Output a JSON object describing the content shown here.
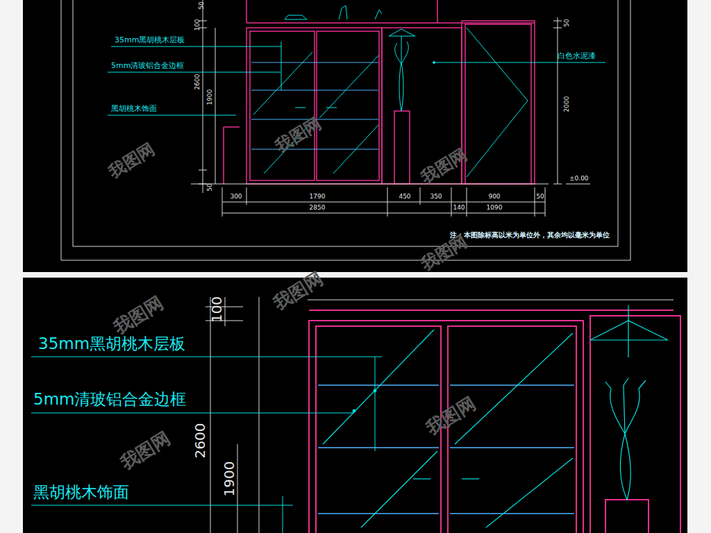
{
  "diagram": {
    "labels": [
      "50",
      "100",
      "2600",
      "1900",
      "50",
      "35mm黑胡桃木层板",
      "5mm清玻铝合金边框",
      "黑胡桃木饰面",
      "白色水泥漆",
      "50",
      "2000",
      "±0.00",
      "300",
      "1790",
      "450",
      "350",
      "900",
      "50",
      "2850",
      "140",
      "1090",
      "注：本图除标高以米为单位外，其余均以毫米为单位",
      "100",
      "35mm黑胡桃木层板",
      "5mm清玻铝合金边框",
      "2600",
      "1900",
      "黑胡桃木饰面",
      "我图网",
      "我图网",
      "我图网",
      "我图网",
      "我图网",
      "我图网",
      "我图网",
      "我图网"
    ]
  }
}
